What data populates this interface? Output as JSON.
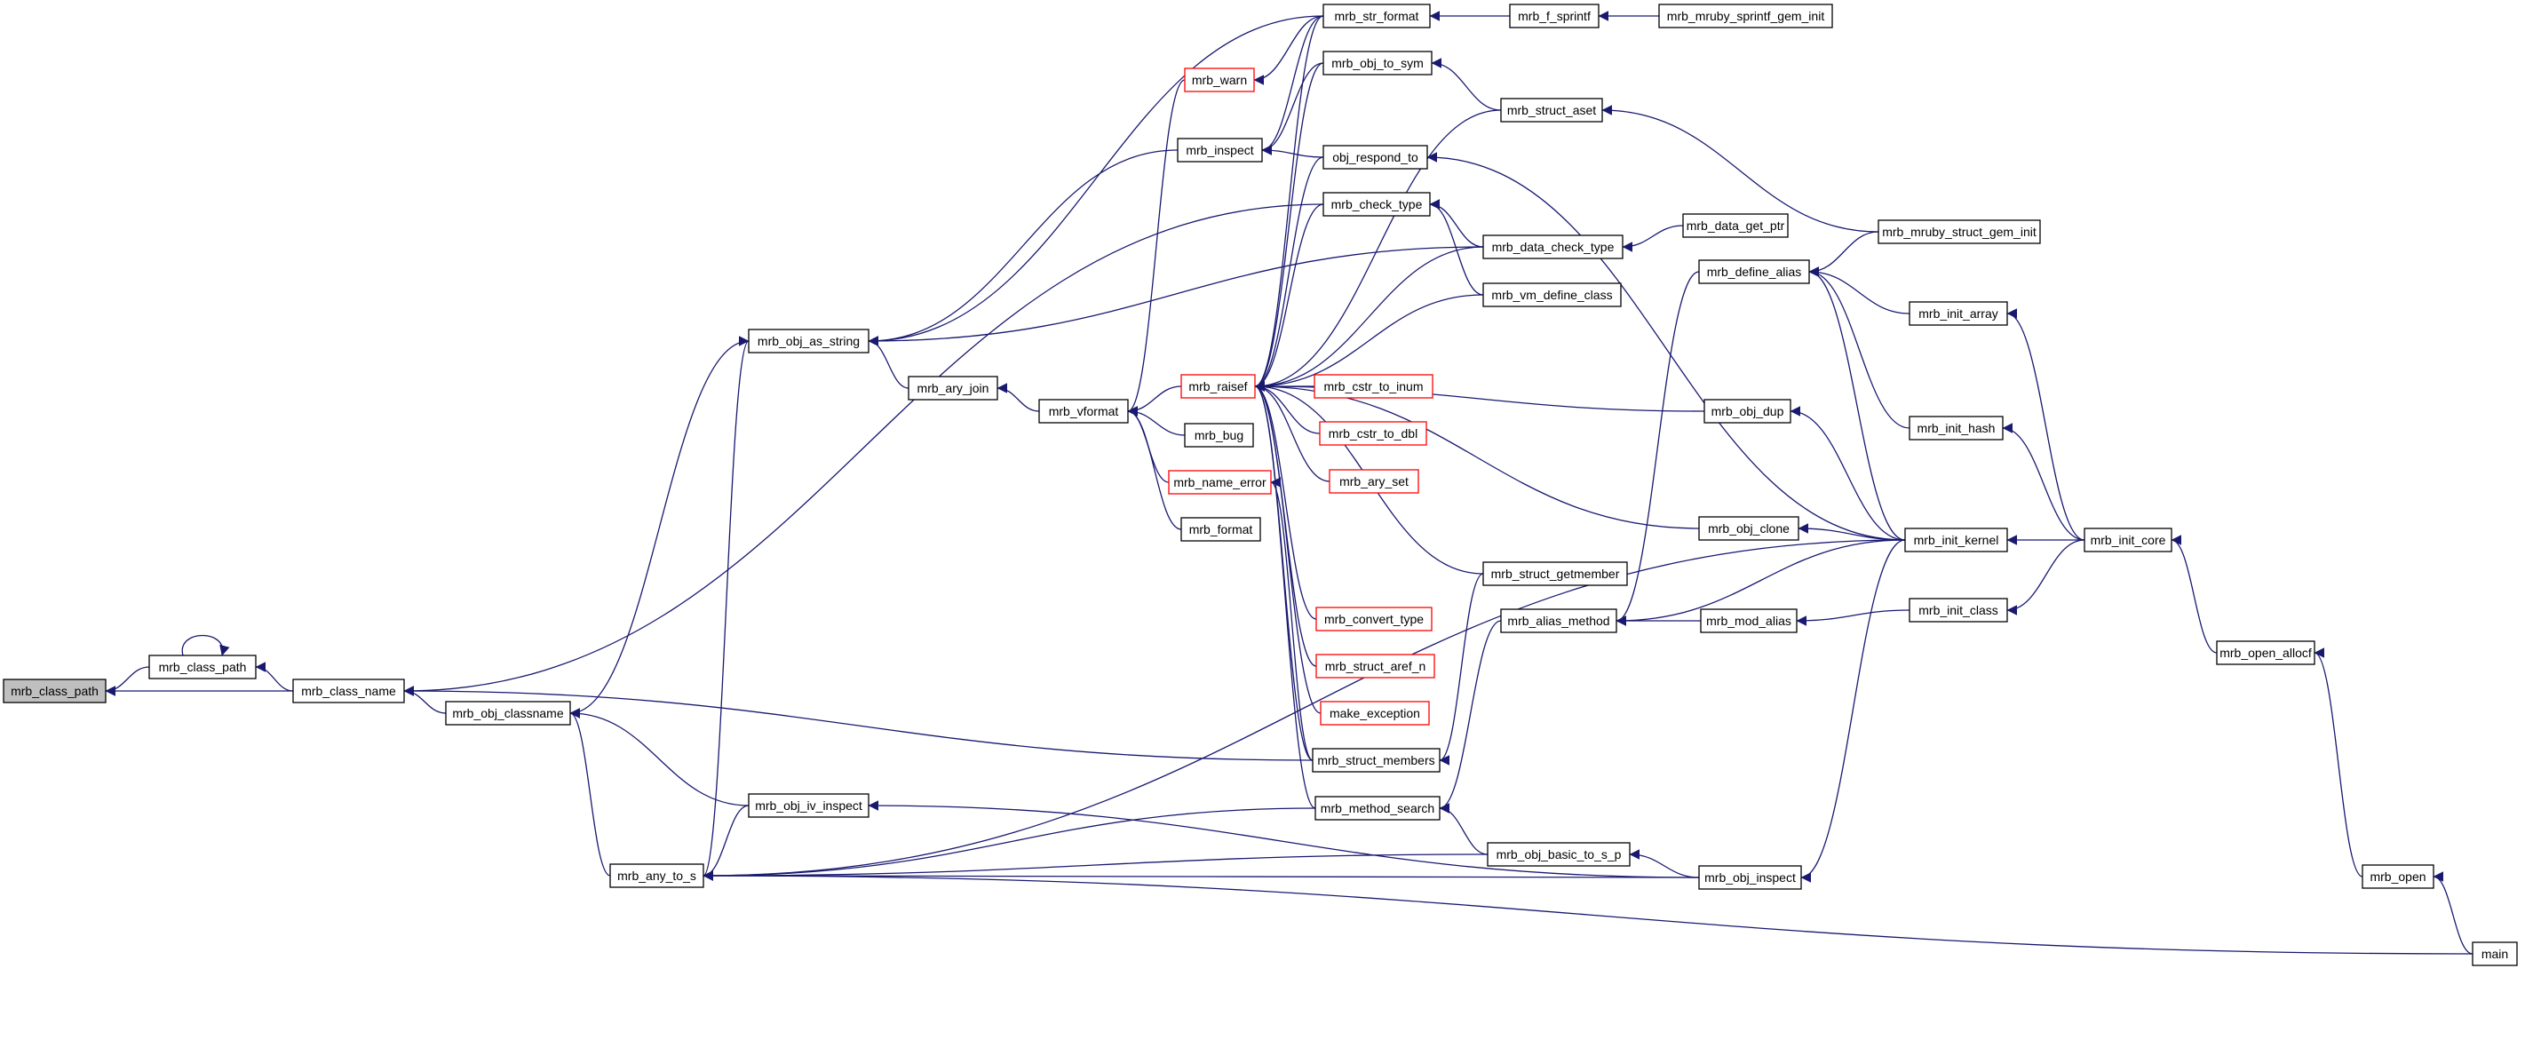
{
  "colors": {
    "edge": "#191970",
    "node_border": "#000000",
    "node_border_incomplete": "#ff0000",
    "root_fill": "#bfbfbf",
    "node_fill": "#ffffff"
  },
  "nodes": [
    {
      "id": "mrb_class_path",
      "label": "mrb_class_path",
      "style": "root"
    },
    {
      "id": "mrb_class_path2",
      "label": "mrb_class_path",
      "style": "normal"
    },
    {
      "id": "mrb_class_name",
      "label": "mrb_class_name",
      "style": "normal"
    },
    {
      "id": "mrb_obj_classname",
      "label": "mrb_obj_classname",
      "style": "normal"
    },
    {
      "id": "mrb_obj_as_string",
      "label": "mrb_obj_as_string",
      "style": "normal"
    },
    {
      "id": "mrb_any_to_s",
      "label": "mrb_any_to_s",
      "style": "normal"
    },
    {
      "id": "mrb_obj_iv_inspect",
      "label": "mrb_obj_iv_inspect",
      "style": "normal"
    },
    {
      "id": "mrb_ary_join",
      "label": "mrb_ary_join",
      "style": "normal"
    },
    {
      "id": "mrb_vformat",
      "label": "mrb_vformat",
      "style": "normal"
    },
    {
      "id": "mrb_warn",
      "label": "mrb_warn",
      "style": "red"
    },
    {
      "id": "mrb_inspect",
      "label": "mrb_inspect",
      "style": "normal"
    },
    {
      "id": "mrb_raisef",
      "label": "mrb_raisef",
      "style": "red"
    },
    {
      "id": "mrb_bug",
      "label": "mrb_bug",
      "style": "normal"
    },
    {
      "id": "mrb_name_error",
      "label": "mrb_name_error",
      "style": "red"
    },
    {
      "id": "mrb_format",
      "label": "mrb_format",
      "style": "normal"
    },
    {
      "id": "mrb_str_format",
      "label": "mrb_str_format",
      "style": "normal"
    },
    {
      "id": "mrb_obj_to_sym",
      "label": "mrb_obj_to_sym",
      "style": "normal"
    },
    {
      "id": "obj_respond_to",
      "label": "obj_respond_to",
      "style": "normal"
    },
    {
      "id": "mrb_check_type",
      "label": "mrb_check_type",
      "style": "normal"
    },
    {
      "id": "mrb_cstr_to_inum",
      "label": "mrb_cstr_to_inum",
      "style": "red"
    },
    {
      "id": "mrb_cstr_to_dbl",
      "label": "mrb_cstr_to_dbl",
      "style": "red"
    },
    {
      "id": "mrb_ary_set",
      "label": "mrb_ary_set",
      "style": "red"
    },
    {
      "id": "mrb_convert_type",
      "label": "mrb_convert_type",
      "style": "red"
    },
    {
      "id": "mrb_struct_aref_n",
      "label": "mrb_struct_aref_n",
      "style": "red"
    },
    {
      "id": "make_exception",
      "label": "make_exception",
      "style": "red"
    },
    {
      "id": "mrb_struct_members",
      "label": "mrb_struct_members",
      "style": "normal"
    },
    {
      "id": "mrb_method_search",
      "label": "mrb_method_search",
      "style": "normal"
    },
    {
      "id": "mrb_f_sprintf",
      "label": "mrb_f_sprintf",
      "style": "normal"
    },
    {
      "id": "mrb_mruby_sprintf_gem_init",
      "label": "mrb_mruby_sprintf_gem_init",
      "style": "normal"
    },
    {
      "id": "mrb_struct_aset",
      "label": "mrb_struct_aset",
      "style": "normal"
    },
    {
      "id": "mrb_data_check_type",
      "label": "mrb_data_check_type",
      "style": "normal"
    },
    {
      "id": "mrb_vm_define_class",
      "label": "mrb_vm_define_class",
      "style": "normal"
    },
    {
      "id": "mrb_struct_getmember",
      "label": "mrb_struct_getmember",
      "style": "normal"
    },
    {
      "id": "mrb_alias_method",
      "label": "mrb_alias_method",
      "style": "normal"
    },
    {
      "id": "mrb_obj_basic_to_s_p",
      "label": "mrb_obj_basic_to_s_p",
      "style": "normal"
    },
    {
      "id": "mrb_data_get_ptr",
      "label": "mrb_data_get_ptr",
      "style": "normal"
    },
    {
      "id": "mrb_define_alias",
      "label": "mrb_define_alias",
      "style": "normal"
    },
    {
      "id": "mrb_obj_dup",
      "label": "mrb_obj_dup",
      "style": "normal"
    },
    {
      "id": "mrb_obj_clone",
      "label": "mrb_obj_clone",
      "style": "normal"
    },
    {
      "id": "mrb_mod_alias",
      "label": "mrb_mod_alias",
      "style": "normal"
    },
    {
      "id": "mrb_obj_inspect",
      "label": "mrb_obj_inspect",
      "style": "normal"
    },
    {
      "id": "mrb_mruby_struct_gem_init",
      "label": "mrb_mruby_struct_gem_init",
      "style": "normal"
    },
    {
      "id": "mrb_init_array",
      "label": "mrb_init_array",
      "style": "normal"
    },
    {
      "id": "mrb_init_hash",
      "label": "mrb_init_hash",
      "style": "normal"
    },
    {
      "id": "mrb_init_kernel",
      "label": "mrb_init_kernel",
      "style": "normal"
    },
    {
      "id": "mrb_init_class",
      "label": "mrb_init_class",
      "style": "normal"
    },
    {
      "id": "mrb_init_core",
      "label": "mrb_init_core",
      "style": "normal"
    },
    {
      "id": "mrb_open_allocf",
      "label": "mrb_open_allocf",
      "style": "normal"
    },
    {
      "id": "mrb_open",
      "label": "mrb_open",
      "style": "normal"
    },
    {
      "id": "main",
      "label": "main",
      "style": "normal"
    }
  ],
  "edges": [
    [
      "mrb_class_path2",
      "mrb_class_path"
    ],
    [
      "mrb_class_name",
      "mrb_class_path"
    ],
    [
      "mrb_class_path2",
      "mrb_class_path2"
    ],
    [
      "mrb_class_name",
      "mrb_class_path2"
    ],
    [
      "mrb_obj_classname",
      "mrb_class_name"
    ],
    [
      "mrb_check_type",
      "mrb_class_name"
    ],
    [
      "mrb_struct_members",
      "mrb_class_name"
    ],
    [
      "mrb_any_to_s",
      "mrb_obj_classname"
    ],
    [
      "mrb_obj_iv_inspect",
      "mrb_obj_classname"
    ],
    [
      "mrb_obj_as_string",
      "mrb_obj_classname"
    ],
    [
      "mrb_ary_join",
      "mrb_obj_as_string"
    ],
    [
      "mrb_inspect",
      "mrb_obj_as_string"
    ],
    [
      "mrb_str_format",
      "mrb_obj_as_string"
    ],
    [
      "mrb_data_check_type",
      "mrb_obj_as_string"
    ],
    [
      "mrb_any_to_s",
      "mrb_obj_as_string"
    ],
    [
      "mrb_vformat",
      "mrb_ary_join"
    ],
    [
      "mrb_warn",
      "mrb_vformat"
    ],
    [
      "mrb_raisef",
      "mrb_vformat"
    ],
    [
      "mrb_bug",
      "mrb_vformat"
    ],
    [
      "mrb_name_error",
      "mrb_vformat"
    ],
    [
      "mrb_format",
      "mrb_vformat"
    ],
    [
      "mrb_str_format",
      "mrb_warn"
    ],
    [
      "mrb_str_format",
      "mrb_inspect"
    ],
    [
      "mrb_obj_to_sym",
      "mrb_inspect"
    ],
    [
      "obj_respond_to",
      "mrb_inspect"
    ],
    [
      "mrb_str_format",
      "mrb_raisef"
    ],
    [
      "mrb_obj_to_sym",
      "mrb_raisef"
    ],
    [
      "obj_respond_to",
      "mrb_raisef"
    ],
    [
      "mrb_struct_aset",
      "mrb_raisef"
    ],
    [
      "mrb_check_type",
      "mrb_raisef"
    ],
    [
      "mrb_data_check_type",
      "mrb_raisef"
    ],
    [
      "mrb_vm_define_class",
      "mrb_raisef"
    ],
    [
      "mrb_cstr_to_inum",
      "mrb_raisef"
    ],
    [
      "mrb_cstr_to_dbl",
      "mrb_raisef"
    ],
    [
      "mrb_ary_set",
      "mrb_raisef"
    ],
    [
      "mrb_obj_dup",
      "mrb_raisef"
    ],
    [
      "mrb_obj_clone",
      "mrb_raisef"
    ],
    [
      "mrb_struct_getmember",
      "mrb_raisef"
    ],
    [
      "mrb_convert_type",
      "mrb_raisef"
    ],
    [
      "mrb_struct_aref_n",
      "mrb_raisef"
    ],
    [
      "make_exception",
      "mrb_raisef"
    ],
    [
      "mrb_struct_members",
      "mrb_raisef"
    ],
    [
      "mrb_method_search",
      "mrb_raisef"
    ],
    [
      "mrb_struct_members",
      "mrb_name_error"
    ],
    [
      "mrb_f_sprintf",
      "mrb_str_format"
    ],
    [
      "mrb_mruby_sprintf_gem_init",
      "mrb_f_sprintf"
    ],
    [
      "mrb_struct_aset",
      "mrb_obj_to_sym"
    ],
    [
      "mrb_mruby_struct_gem_init",
      "mrb_struct_aset"
    ],
    [
      "mrb_init_kernel",
      "obj_respond_to"
    ],
    [
      "mrb_data_check_type",
      "mrb_check_type"
    ],
    [
      "mrb_vm_define_class",
      "mrb_check_type"
    ],
    [
      "mrb_data_get_ptr",
      "mrb_data_check_type"
    ],
    [
      "mrb_struct_getmember",
      "mrb_struct_members"
    ],
    [
      "mrb_alias_method",
      "mrb_method_search"
    ],
    [
      "mrb_obj_basic_to_s_p",
      "mrb_method_search"
    ],
    [
      "mrb_define_alias",
      "mrb_alias_method"
    ],
    [
      "mrb_mod_alias",
      "mrb_alias_method"
    ],
    [
      "mrb_init_kernel",
      "mrb_alias_method"
    ],
    [
      "mrb_mruby_struct_gem_init",
      "mrb_define_alias"
    ],
    [
      "mrb_init_array",
      "mrb_define_alias"
    ],
    [
      "mrb_init_hash",
      "mrb_define_alias"
    ],
    [
      "mrb_init_kernel",
      "mrb_define_alias"
    ],
    [
      "mrb_init_kernel",
      "mrb_obj_dup"
    ],
    [
      "mrb_init_kernel",
      "mrb_obj_clone"
    ],
    [
      "mrb_init_class",
      "mrb_mod_alias"
    ],
    [
      "mrb_init_core",
      "mrb_init_array"
    ],
    [
      "mrb_init_core",
      "mrb_init_hash"
    ],
    [
      "mrb_init_core",
      "mrb_init_kernel"
    ],
    [
      "mrb_init_core",
      "mrb_init_class"
    ],
    [
      "mrb_open_allocf",
      "mrb_init_core"
    ],
    [
      "mrb_open",
      "mrb_open_allocf"
    ],
    [
      "main",
      "mrb_open"
    ],
    [
      "mrb_obj_inspect",
      "mrb_obj_basic_to_s_p"
    ],
    [
      "mrb_init_kernel",
      "mrb_obj_inspect"
    ],
    [
      "mrb_obj_iv_inspect",
      "mrb_any_to_s"
    ],
    [
      "mrb_method_search",
      "mrb_any_to_s"
    ],
    [
      "mrb_obj_basic_to_s_p",
      "mrb_any_to_s"
    ],
    [
      "mrb_obj_inspect",
      "mrb_any_to_s"
    ],
    [
      "mrb_init_kernel",
      "mrb_any_to_s"
    ],
    [
      "main",
      "mrb_any_to_s"
    ],
    [
      "mrb_obj_inspect",
      "mrb_obj_iv_inspect"
    ]
  ]
}
